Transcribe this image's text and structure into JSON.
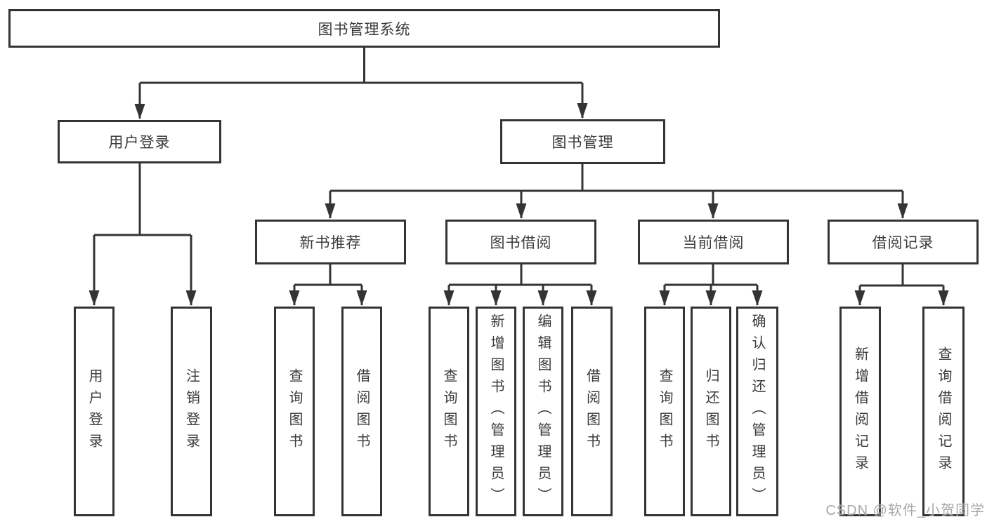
{
  "diagram": {
    "title": "图书管理系统",
    "colors": {
      "line": "#343434",
      "box_border": "#343434",
      "text": "#3a3a3a",
      "watermark": "#9e9e9e",
      "background": "#ffffff"
    },
    "tree": {
      "root": {
        "label": "图书管理系统",
        "children": [
          {
            "label": "用户登录",
            "children": [
              {
                "label": "用户登录"
              },
              {
                "label": "注销登录"
              }
            ]
          },
          {
            "label": "图书管理",
            "children": [
              {
                "label": "新书推荐",
                "children": [
                  {
                    "label": "查询图书"
                  },
                  {
                    "label": "借阅图书"
                  }
                ]
              },
              {
                "label": "图书借阅",
                "children": [
                  {
                    "label": "查询图书"
                  },
                  {
                    "label": "新增图书（管理员）"
                  },
                  {
                    "label": "编辑图书（管理员）"
                  },
                  {
                    "label": "借阅图书"
                  }
                ]
              },
              {
                "label": "当前借阅",
                "children": [
                  {
                    "label": "查询图书"
                  },
                  {
                    "label": "归还图书"
                  },
                  {
                    "label": "确认归还（管理员）"
                  }
                ]
              },
              {
                "label": "借阅记录",
                "children": [
                  {
                    "label": "新增借阅记录"
                  },
                  {
                    "label": "查询借阅记录"
                  }
                ]
              }
            ]
          }
        ]
      }
    }
  },
  "watermark": "CSDN @软件_小贺同学"
}
